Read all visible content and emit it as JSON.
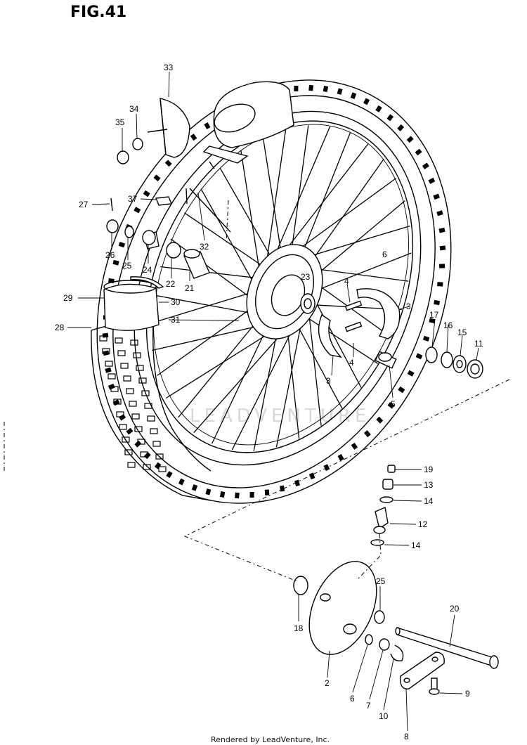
{
  "figure_title": "FIG.41",
  "footer": "Rendered by LeadVenture, Inc.",
  "watermark": "LEADVENTURE",
  "callouts": [
    "33",
    "34",
    "35",
    "27",
    "37",
    "26",
    "25",
    "24",
    "22",
    "21",
    "32",
    "23",
    "29",
    "30",
    "28",
    "31",
    "4",
    "4",
    "3",
    "3",
    "6",
    "17",
    "16",
    "15",
    "11",
    "5",
    "19",
    "13",
    "14",
    "12",
    "14",
    "25",
    "18",
    "2",
    "6",
    "7",
    "10",
    "20",
    "9",
    "8"
  ]
}
